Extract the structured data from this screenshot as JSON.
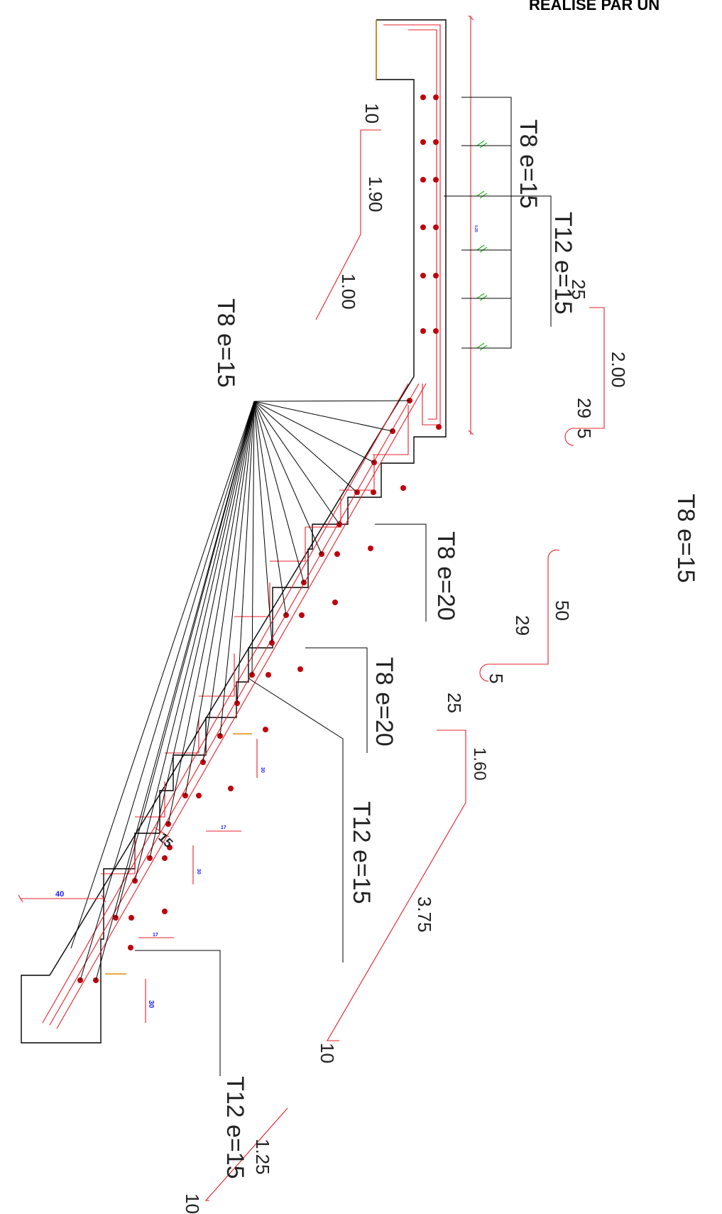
{
  "header": {
    "title_fragment": "REALISE PAR UN"
  },
  "colors": {
    "concrete_outline": "#000000",
    "rebar": "#e8202a",
    "rebar_dots": "#c0000b",
    "leader": "#000000",
    "dimension_text_blue": "#1a1aff",
    "stirrup_marks": "#22bb22",
    "accent_orange": "#e08a00"
  },
  "labels": {
    "t8_e15_main": "T8  e=15",
    "t8_e15_top": "T8  e=15",
    "t12_e15_top": "T12  e=15",
    "t8_e20_a": "T8  e=20",
    "t8_e20_b": "T8  e=20",
    "t12_e15_mid": "T12  e=15",
    "t12_e15_bottom": "T12  e=15",
    "t8_e15_right": "T8  e=15"
  },
  "bar_shapes": {
    "bar1": {
      "hook": "10",
      "len1": "1.90",
      "len2": "1.00"
    },
    "bar2": {
      "hook_a": "25",
      "len": "2.00",
      "hook_b": "29",
      "hook_c": "5"
    },
    "bar3": {
      "len": "50",
      "mid": "29",
      "hook": "5"
    },
    "bar4": {
      "hook": "25",
      "len1": "1.60",
      "len2": "3.75",
      "end": "10"
    },
    "bar5": {
      "len": "1.25",
      "end": "10"
    }
  },
  "dimensions": {
    "d40": "40",
    "d17a": "17",
    "d17b": "17",
    "d30a": "30",
    "d30b": "30",
    "d30c": "30",
    "d15": "15",
    "tiny": "0.25"
  }
}
